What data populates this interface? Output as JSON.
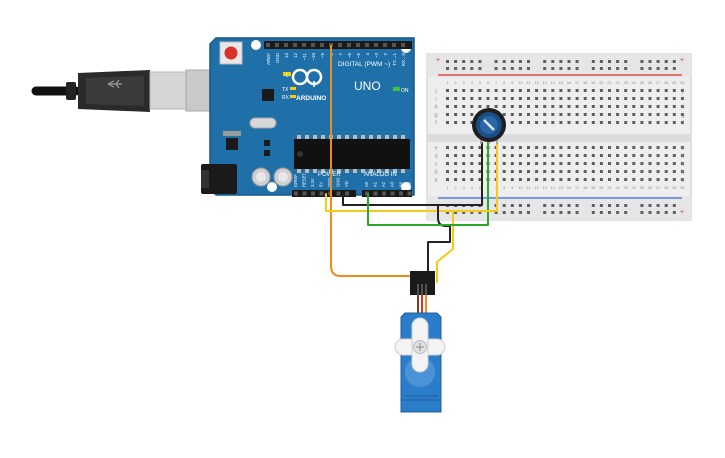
{
  "board": {
    "digital_label": "DIGITAL (PWM ~)",
    "brand": "ARDUINO",
    "model": "UNO",
    "on_label": "ON",
    "power_label": "POWER",
    "analog_label": "ANALOG IN",
    "tx_label": "TX",
    "rx_label": "RX",
    "l_label": "L",
    "top_pin_labels": [
      "AREF",
      "GND",
      "13",
      "12",
      "~11",
      "~10",
      "~9",
      "8",
      "7",
      "~6",
      "~5",
      "4",
      "~3",
      "2",
      "TX→1",
      "RX←0"
    ],
    "power_pin_labels": [
      "IOREF",
      "RESET",
      "3.3V",
      "5V",
      "GND",
      "GND",
      "Vin"
    ],
    "analog_pin_labels": [
      "A0",
      "A1",
      "A2",
      "A3",
      "A4",
      "A5"
    ]
  },
  "breadboard": {
    "row_letters_top": [
      "j",
      "i",
      "h",
      "g",
      "f"
    ],
    "row_letters_bottom": [
      "e",
      "d",
      "c",
      "b",
      "a"
    ],
    "column_count": 30
  },
  "colors": {
    "board_blue": "#1f6fa8",
    "wire_orange": "#f08c1a",
    "wire_yellow": "#f2cc18",
    "wire_green": "#2aa82a",
    "wire_black": "#222222",
    "servo_blue": "#2b7dc9",
    "rail_red": "#d93030",
    "rail_blue": "#3a6fd8"
  }
}
